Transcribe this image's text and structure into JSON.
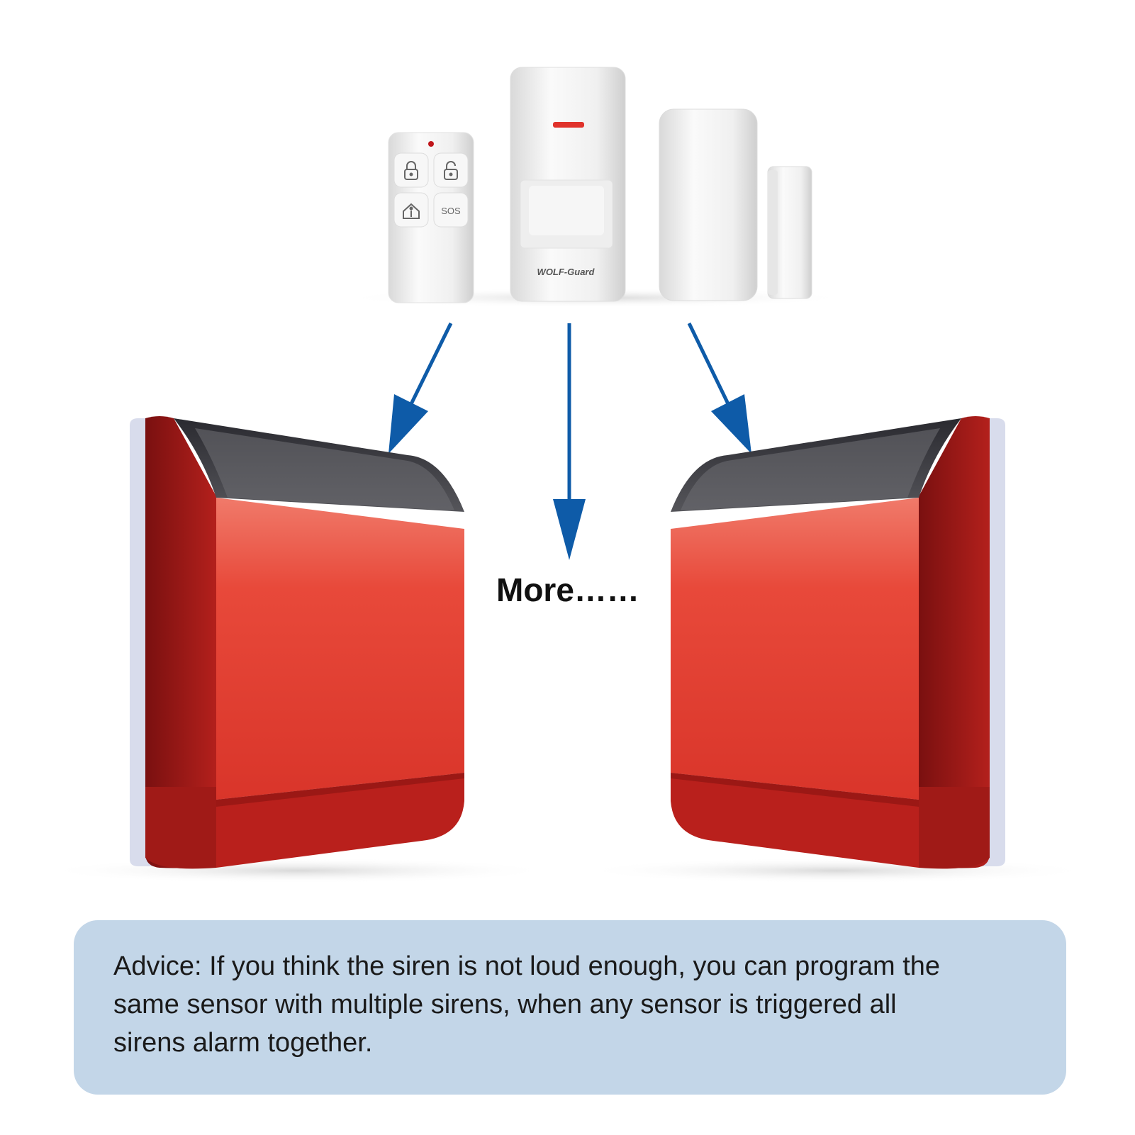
{
  "products": {
    "remote": {
      "sos_label": "SOS",
      "icons": [
        "lock-icon",
        "unlock-icon",
        "home-icon",
        "sos-button"
      ]
    },
    "pir_sensor": {
      "brand": "WOLF-Guard"
    },
    "door_sensor": {},
    "sirens": [
      "left-siren",
      "right-siren"
    ]
  },
  "more_label": "More……",
  "advice": {
    "line1": "Advice: If you think the siren is not loud enough, you can program the",
    "line2": "same sensor with multiple sirens, when any sensor is triggered all",
    "line3": "sirens alarm together."
  },
  "colors": {
    "arrow": "#0e5ba8",
    "siren_red": "#e23a2b",
    "advice_bg": "#c3d6e8"
  }
}
